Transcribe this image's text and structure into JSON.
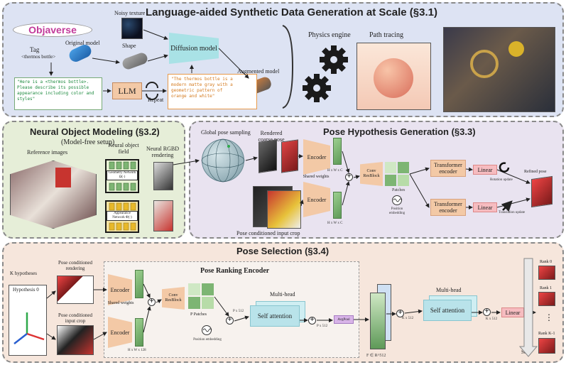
{
  "top": {
    "title": "Language-aided Synthetic Data Generation at Scale (§3.1)",
    "objaverse": "Objaverse",
    "tag": "Tag",
    "tag_value": "<thermos bottle>",
    "original_model": "Original model",
    "noisy_texture": "Noisy texture",
    "shape": "Shape",
    "diffusion_model": "Diffusion model",
    "augmented_model": "Augmented model",
    "prompt": "\"Here is a <thermos bottle>.\nPlease describe its possible\nappearance including color and\nstyles\"",
    "llm": "LLM",
    "repeat": "Repeat",
    "response": "\"The thermos bottle is a\nmodern matte gray with a\ngeometric pattern of\norange and white\"",
    "physics_engine": "Physics engine",
    "path_tracing": "Path tracing"
  },
  "nom": {
    "title": "Neural Object Modeling (§3.2)",
    "subtitle": "(Model-free setup)",
    "reference_images": "Reference images",
    "neural_object_field": "Neural object field",
    "geometry_network": "Geometry Network Ω(·)",
    "appearance_network": "Appearance Network Φ(·)",
    "neural_rgbd": "Neural RGBD rendering"
  },
  "phg": {
    "title": "Pose Hypothesis Generation (§3.3)",
    "global_pose_sampling": "Global pose sampling",
    "rendered_coarse_pose": "Rendered coarse pose",
    "encoder_top": "Encoder",
    "encoder_bottom": "Encoder",
    "shared_weights": "Shared weights",
    "hwc_top": "H x W x C",
    "hwc_bottom": "H x W x C",
    "conv_resblock": "Conv ResBlock",
    "patches": "Patches",
    "position_embedding": "Position embedding",
    "transformer_top": "Transformer encoder",
    "transformer_bottom": "Transformer encoder",
    "linear_top": "Linear",
    "linear_bottom": "Linear",
    "rotation_update": "Rotation update",
    "translation_update": "Translation update",
    "refined_pose": "Refined pose",
    "pose_crop": "Pose conditioned input crop"
  },
  "ps": {
    "title": "Pose Selection (§3.4)",
    "k_hypotheses": "K hypotheses",
    "hypothesis_0": "Hypothesis 0",
    "pose_rendering": "Pose conditioned rendering",
    "pose_input_crop": "Pose conditioned input crop",
    "encoder_title": "Pose Ranking Encoder",
    "encoder_top": "Encoder",
    "encoder_bottom": "Encoder",
    "shared_weights": "Shared weights",
    "hw128": "H x W x 128",
    "conv_resblock": "Conv ResBlock",
    "p_patches": "P Patches",
    "position_embedding": "Position embedding",
    "multihead_1": "Multi-head",
    "self_attention_1": "Self attention",
    "p512_a": "P x 512",
    "p512_b": "P x 512",
    "avgpool": "AvgPool",
    "f_label": "F ∈ R^512",
    "k512_a": "K x 512",
    "multihead_2": "Multi-head",
    "self_attention_2": "Self attention",
    "k512_b": "K x 512",
    "linear": "Linear",
    "rank_0": "Rank 0",
    "rank_1": "Rank 1",
    "rank_dots": "⋮",
    "rank_k1": "Rank K-1",
    "sort": "Sort"
  },
  "colors": {
    "panel_top": "#dde3f3",
    "panel_nom": "#e6eed8",
    "panel_phg": "#e9e3f0",
    "panel_ps": "#f6e6dc",
    "encoder": "#f3c9a6",
    "linear": "#f6bcc0",
    "self_attention": "#b9e3ea",
    "feature": "#7db573",
    "diffusion": "#a9e2e6"
  },
  "icons": [
    "gear-icon",
    "repeat-icon",
    "rotation-icon",
    "translation-arrow-icon",
    "sort-arrow-icon",
    "axes-icon",
    "sphere-icon",
    "sine-wave-icon",
    "plus-icon"
  ]
}
